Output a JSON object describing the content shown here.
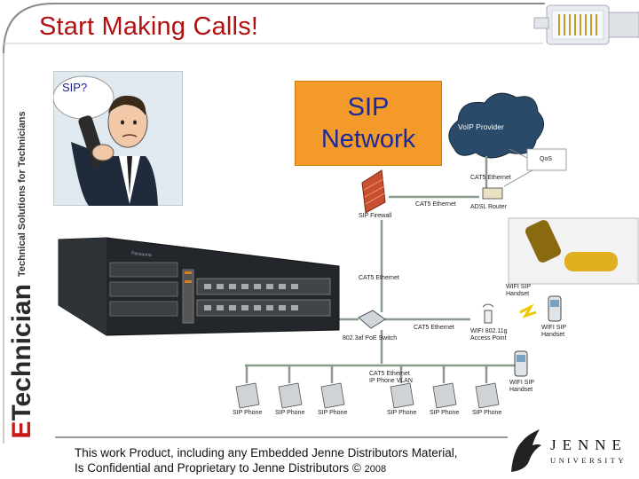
{
  "title": "Start Making Calls!",
  "brand": {
    "name_prefix": "E",
    "name": "Technician",
    "tagline": "Technical Solutions for Technicians"
  },
  "cartoon": {
    "bubble_text": "SIP?"
  },
  "sip_box": {
    "line1": "SIP",
    "line2": "Network"
  },
  "diagram": {
    "voip_provider": "VoIP Provider",
    "qos": "QoS",
    "cat5_ethernet_top": "CAT5 Ethernet",
    "adsl_router": "ADSL Router",
    "cat5_ethernet_firewall": "CAT5 Ethernet",
    "sip_firewall": "SIP Firewall",
    "cat5_ethernet_mid": "CAT5 Ethernet",
    "wifi_handset_label1": "WIFI SIP",
    "wifi_handset_label2": "Handset",
    "cat5_ethernet_switch": "CAT5 Ethernet",
    "poe_switch": "802.3af PoE Switch",
    "access_point1": "WIFI 802.11g",
    "access_point2": "Access Point",
    "wifi_sip_handset_right1": "WIFI SIP",
    "wifi_sip_handset_right2": "Handset",
    "vlan1": "CAT5 Ethernet",
    "vlan2": "IP Phone VLAN",
    "wifi_sip_handset_bottom1": "WIFI SIP",
    "wifi_sip_handset_bottom2": "Handset",
    "phones": [
      "SIP Phone",
      "SIP Phone",
      "SIP Phone",
      "SIP Phone",
      "SIP Phone",
      "SIP Phone"
    ],
    "pbx_brand": "Panasonic"
  },
  "footer": {
    "line1": "This work Product, including any Embedded Jenne Distributors Material,",
    "line2": "Is Confidential and Proprietary to Jenne Distributors ©",
    "year": "2008"
  },
  "jenne": {
    "name": "JENNE",
    "sub": "UNIVERSITY"
  }
}
